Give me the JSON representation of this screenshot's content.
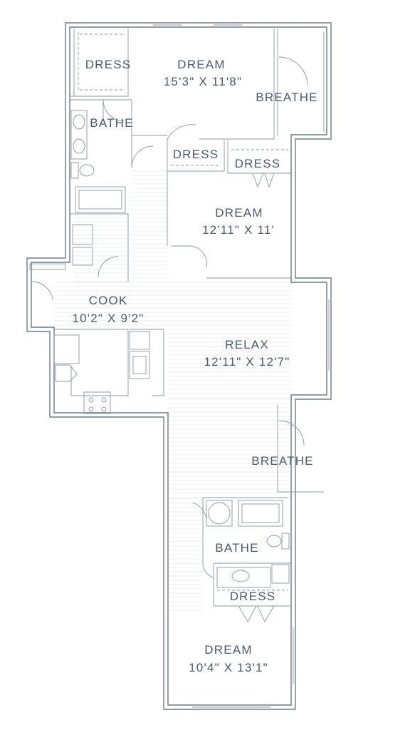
{
  "rooms": {
    "dress_master": {
      "label": "DRESS"
    },
    "dream_master": {
      "label": "DREAM",
      "size": "15'3\" X 11'8\""
    },
    "breathe_top": {
      "label": "BREATHE"
    },
    "bathe_top": {
      "label": "BATHE"
    },
    "dress_mid_left": {
      "label": "DRESS"
    },
    "dress_mid_right": {
      "label": "DRESS"
    },
    "dream_second": {
      "label": "DREAM",
      "size": "12'11\" X 11'"
    },
    "cook": {
      "label": "COOK",
      "size": "10'2\" X 9'2\""
    },
    "relax": {
      "label": "RELAX",
      "size": "12'11\" X 12'7\""
    },
    "breathe_bottom": {
      "label": "BREATHE"
    },
    "bathe_bottom": {
      "label": "BATHE"
    },
    "dress_bottom": {
      "label": "DRESS"
    },
    "dream_third": {
      "label": "DREAM",
      "size": "10'4\" X 13'1\""
    }
  },
  "colors": {
    "text": "#4a5a6e",
    "wall": "#6d7b8c",
    "fixture": "#8a97a6",
    "floor_lines": "#e3e7eb"
  }
}
